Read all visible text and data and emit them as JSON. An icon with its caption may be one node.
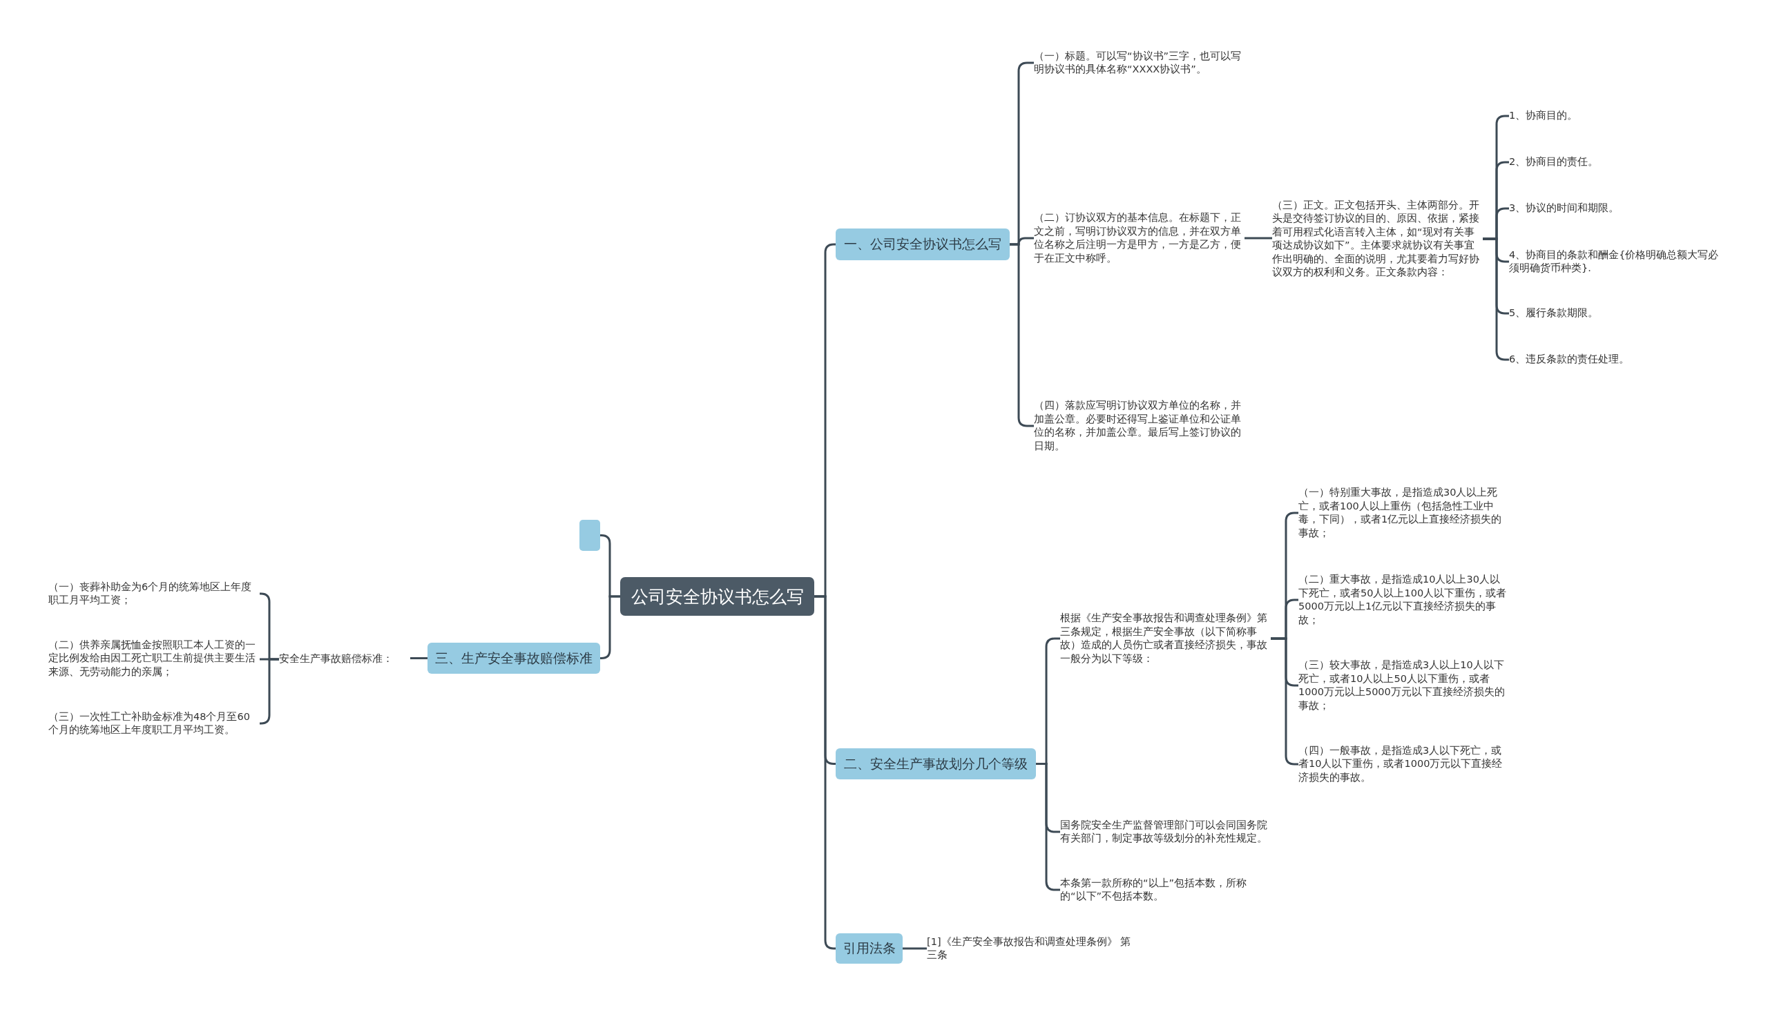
{
  "diagram": {
    "nodes": [
      {
        "text": [
          "公司安全协议书怎么写"
        ]
      },
      {
        "text": [],
        "shape": "box"
      },
      {
        "text": [
          "一、公司安全协议书怎么写"
        ]
      },
      {
        "text": [
          "（一）标题。可以写“协议书”三字，也可以写明协议书的具体名称“XXXX协议书”。"
        ]
      },
      {
        "text": [
          "（二）订协议双方的基本信息。在标题下，正文之前，写明订协议双方的信息，并在双方单位名称之后注明一方是甲方，一方是乙方，便于在正文中称呼。"
        ]
      },
      {
        "text": [
          "（三）正文。正文包括开头、主体两部分。开头是交待签订协议的目的、原因、依据，紧接着可用程式化语言转入主体，如“现对有关事项达成协议如下”。主体要求就协议有关事宜作出明确的、全面的说明，尤其要着力写好协议双方的权利和义务。正文条款内容："
        ]
      },
      {
        "text": [
          "1、协商目的。"
        ]
      },
      {
        "text": [
          "2、协商目的责任。"
        ]
      },
      {
        "text": [
          "3、协议的时间和期限。"
        ]
      },
      {
        "text": [
          "4、协商目的条款和酬金{价格明确总额大写必须明确货币种类}."
        ]
      },
      {
        "text": [
          "5、履行条款期限。"
        ]
      },
      {
        "text": [
          "6、违反条款的责任处理。"
        ]
      },
      {
        "text": [
          "（四）落款应写明订协议双方单位的名称，并加盖公章。必要时还得写上鉴证单位和公证单位的名称，并加盖公章。最后写上签订协议的日期。"
        ]
      },
      {
        "text": [
          "二、安全生产事故划分几个等级"
        ]
      },
      {
        "text": [
          "根据《生产安全事故报告和调查处理条例》第三条规定，根据生产安全事故（以下简称事故）造成的人员伤亡或者直接经济损失，事故一般分为以下等级："
        ]
      },
      {
        "text": [
          "（一）特别重大事故，是指造成30人以上死亡，或者100人以上重伤（包括急性工业中毒，下同），或者1亿元以上直接经济损失的事故；"
        ]
      },
      {
        "text": [
          "（二）重大事故，是指造成10人以上30人以下死亡，或者50人以上100人以下重伤，或者5000万元以上1亿元以下直接经济损失的事故；"
        ]
      },
      {
        "text": [
          "（三）较大事故，是指造成3人以上10人以下死亡，或者10人以上50人以下重伤，或者1000万元以上5000万元以下直接经济损失的事故；"
        ]
      },
      {
        "text": [
          "（四）一般事故，是指造成3人以下死亡，或者10人以下重伤，或者1000万元以下直接经济损失的事故。"
        ]
      },
      {
        "text": [
          "国务院安全生产监督管理部门可以会同国务院有关部门，制定事故等级划分的补充性规定。"
        ]
      },
      {
        "text": [
          "本条第一款所称的“以上”包括本数，所称的“以下”不包括本数。"
        ]
      },
      {
        "text": [
          "引用法条"
        ]
      },
      {
        "text": [
          "[1]《生产安全事故报告和调查处理条例》 第三条"
        ]
      },
      {
        "text": [
          "三、生产安全事故赔偿标准"
        ]
      },
      {
        "text": [
          "安全生产事故赔偿标准："
        ]
      },
      {
        "text": [
          "（一）丧葬补助金为6个月的统筹地区上年度职工月平均工资；"
        ]
      },
      {
        "text": [
          "（二）供养亲属抚恤金按照职工本人工资的一定比例发给由因工死亡职工生前提供主要生活来源、无劳动能力的亲属；"
        ]
      },
      {
        "text": [
          "（三）一次性工亡补助金标准为48个月至60个月的统筹地区上年度职工月平均工资。"
        ]
      }
    ],
    "edges": [
      {
        "from": 0,
        "to": 1,
        "arrow": "none"
      },
      {
        "from": 0,
        "to": 2,
        "arrow": "none"
      },
      {
        "from": 2,
        "to": 3,
        "arrow": "none"
      },
      {
        "from": 2,
        "to": 4,
        "arrow": "none"
      },
      {
        "from": 4,
        "to": 5,
        "arrow": "none"
      },
      {
        "from": 5,
        "to": 6,
        "arrow": "none"
      },
      {
        "from": 5,
        "to": 7,
        "arrow": "none"
      },
      {
        "from": 5,
        "to": 8,
        "arrow": "none"
      },
      {
        "from": 5,
        "to": 9,
        "arrow": "none"
      },
      {
        "from": 5,
        "to": 10,
        "arrow": "none"
      },
      {
        "from": 5,
        "to": 11,
        "arrow": "none"
      },
      {
        "from": 2,
        "to": 12,
        "arrow": "none"
      },
      {
        "from": 0,
        "to": 13,
        "arrow": "none"
      },
      {
        "from": 13,
        "to": 14,
        "arrow": "none"
      },
      {
        "from": 14,
        "to": 15,
        "arrow": "none"
      },
      {
        "from": 14,
        "to": 16,
        "arrow": "none"
      },
      {
        "from": 14,
        "to": 17,
        "arrow": "none"
      },
      {
        "from": 14,
        "to": 18,
        "arrow": "none"
      },
      {
        "from": 13,
        "to": 19,
        "arrow": "none"
      },
      {
        "from": 13,
        "to": 20,
        "arrow": "none"
      },
      {
        "from": 0,
        "to": 21,
        "arrow": "none"
      },
      {
        "from": 21,
        "to": 22,
        "arrow": "none"
      },
      {
        "from": 0,
        "to": 23,
        "arrow": "none"
      },
      {
        "from": 23,
        "to": 24,
        "arrow": "none"
      },
      {
        "from": 24,
        "to": 25,
        "arrow": "none"
      },
      {
        "from": 24,
        "to": 26,
        "arrow": "none"
      },
      {
        "from": 24,
        "to": 27,
        "arrow": "none"
      }
    ]
  }
}
